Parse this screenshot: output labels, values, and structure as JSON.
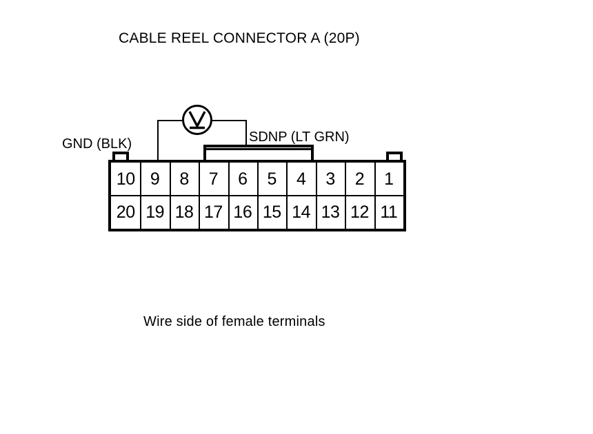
{
  "diagram": {
    "title": "CABLE REEL CONNECTOR A (20P)",
    "caption": "Wire side of female terminals",
    "labels": {
      "left": "GND (BLK)",
      "right": "SDNP (LT GRN)"
    },
    "meter": {
      "symbol": "V",
      "type": "voltmeter",
      "probe_pins": [
        9,
        6
      ]
    },
    "connector": {
      "pin_count": 20,
      "columns": 10,
      "rows": [
        {
          "name": "top-row",
          "pins": [
            "10",
            "9",
            "8",
            "7",
            "6",
            "5",
            "4",
            "3",
            "2",
            "1"
          ]
        },
        {
          "name": "bottom-row",
          "pins": [
            "20",
            "19",
            "18",
            "17",
            "16",
            "15",
            "14",
            "13",
            "12",
            "11"
          ]
        }
      ]
    },
    "colors": {
      "line": "#000000",
      "background": "#ffffff"
    }
  }
}
